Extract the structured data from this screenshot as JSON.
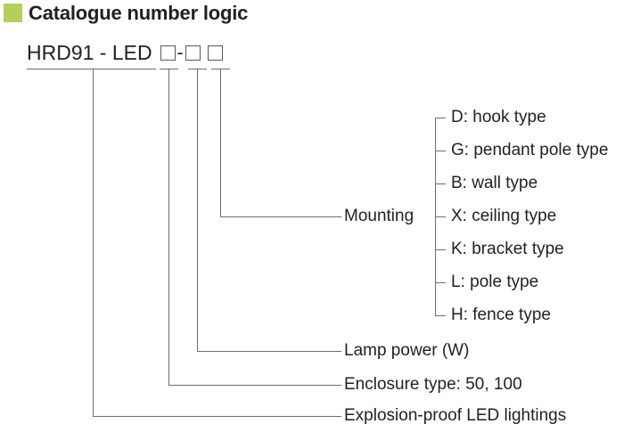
{
  "header": {
    "title": "Catalogue number logic",
    "marker_color": "#b5d05a"
  },
  "code": {
    "prefix": "HRD91 - LED",
    "separator": "-",
    "box_count": 3,
    "boxes": [
      {
        "name": "enclosure-type-box",
        "value": ""
      },
      {
        "name": "lamp-power-box",
        "value": ""
      },
      {
        "name": "mounting-box",
        "value": ""
      }
    ]
  },
  "groups": [
    {
      "id": "mounting",
      "label": "Mounting"
    },
    {
      "id": "lamp-power",
      "label": "Lamp power (W)"
    },
    {
      "id": "enclosure-type",
      "label": "Enclosure type: 50, 100"
    },
    {
      "id": "product",
      "label": "Explosion-proof LED lightings"
    }
  ],
  "mounting_options": [
    {
      "code": "D",
      "label": "D: hook type"
    },
    {
      "code": "G",
      "label": "G: pendant pole type"
    },
    {
      "code": "B",
      "label": "B: wall type"
    },
    {
      "code": "X",
      "label": "X: ceiling type"
    },
    {
      "code": "K",
      "label": "K: bracket type"
    },
    {
      "code": "L",
      "label": "L: pole type"
    },
    {
      "code": "H",
      "label": "H: fence type"
    }
  ],
  "colors": {
    "line": "#6d6e71",
    "text": "#231f20",
    "accent": "#b5d05a",
    "background": "#ffffff"
  }
}
